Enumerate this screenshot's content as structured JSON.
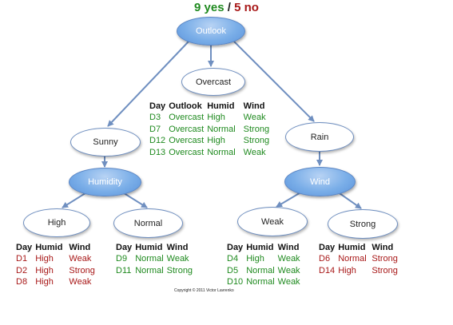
{
  "title": {
    "yes": "9 yes",
    "slash": "/",
    "no": "5 no"
  },
  "nodes": {
    "outlook": "Outlook",
    "overcast": "Overcast",
    "sunny": "Sunny",
    "rain": "Rain",
    "humidity": "Humidity",
    "wind": "Wind",
    "high": "High",
    "normal": "Normal",
    "weak": "Weak",
    "strong": "Strong"
  },
  "tables": {
    "overcast": {
      "headers": [
        "Day",
        "Outlook",
        "Humid",
        "Wind"
      ],
      "rows": [
        [
          "D3",
          "Overcast",
          "High",
          "Weak"
        ],
        [
          "D7",
          "Overcast",
          "Normal",
          "Strong"
        ],
        [
          "D12",
          "Overcast",
          "High",
          "Strong"
        ],
        [
          "D13",
          "Overcast",
          "Normal",
          "Weak"
        ]
      ]
    },
    "high": {
      "headers": [
        "Day",
        "Humid",
        "Wind"
      ],
      "rows": [
        [
          "D1",
          "High",
          "Weak"
        ],
        [
          "D2",
          "High",
          "Strong"
        ],
        [
          "D8",
          "High",
          "Weak"
        ]
      ]
    },
    "normal": {
      "headers": [
        "Day",
        "Humid",
        "Wind"
      ],
      "rows": [
        [
          "D9",
          "Normal",
          "Weak"
        ],
        [
          "D11",
          "Normal",
          "Strong"
        ]
      ]
    },
    "weak": {
      "headers": [
        "Day",
        "Humid",
        "Wind"
      ],
      "rows": [
        [
          "D4",
          "High",
          "Weak"
        ],
        [
          "D5",
          "Normal",
          "Weak"
        ],
        [
          "D10",
          "Normal",
          "Weak"
        ]
      ]
    },
    "strong": {
      "headers": [
        "Day",
        "Humid",
        "Wind"
      ],
      "rows": [
        [
          "D6",
          "Normal",
          "Strong"
        ],
        [
          "D14",
          "High",
          "Strong"
        ]
      ]
    }
  },
  "copyright": "Copyright © 2011 Victor Lavrenko",
  "colors": {
    "positive": "#1f8a1f",
    "negative": "#a81818",
    "node_blue": "#7aaee8",
    "edge": "#6f8fc0"
  }
}
